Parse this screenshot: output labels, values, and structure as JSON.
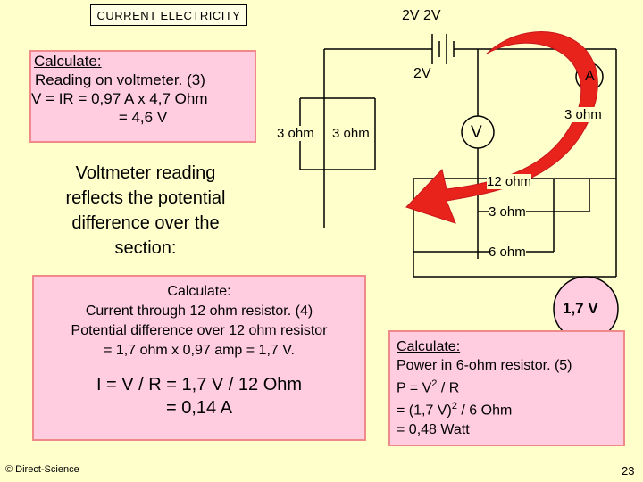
{
  "header": {
    "title": "CURRENT ELECTRICITY"
  },
  "box_voltmeter": {
    "line1": "Calculate:",
    "line2": "Reading on voltmeter. (3)",
    "line3": "V = IR = 0,97 A x 4,7 Ohm",
    "line4": "= 4,6 V"
  },
  "explanation": {
    "line1": "Voltmeter reading",
    "line2": "reflects the potential",
    "line3": "difference over the",
    "line4": "section:"
  },
  "box_current": {
    "line1": "Calculate:",
    "line2": "Current through 12 ohm resistor. (4)",
    "line3": "Potential difference over 12 ohm resistor",
    "line4": "= 1,7 ohm x 0,97 amp = 1,7 V.",
    "line5": "I  = V / R = 1,7 V / 12 Ohm",
    "line6": "= 0,14 A"
  },
  "box_power": {
    "line1": "Calculate:",
    "line2": "Power in 6-ohm resistor. (5)",
    "line3a": "P = V",
    "line3b": "2",
    "line3c": " / R",
    "line4a": "= (1,7 V)",
    "line4b": "2",
    "line4c": " / 6 Ohm",
    "line5": "= 0,48 Watt"
  },
  "circuit": {
    "battery_top": "2V 2V",
    "battery_mid": "2V",
    "ammeter": "A",
    "voltmeter": "V",
    "r_3ohm_right": "3 ohm",
    "r_3ohm_left1": "3 ohm",
    "r_3ohm_left2": "3 ohm",
    "r_12ohm": "12 ohm",
    "r_3ohm_par": "3 ohm",
    "r_6ohm": "6 ohm",
    "volt_reading": "1,7 V"
  },
  "colors": {
    "arrow": "#e8231c",
    "box_fill": "#ffcce0",
    "box_border": "#f08a8a",
    "background": "#ffffcc"
  },
  "footer": {
    "copyright": "© Direct-Science",
    "page": "23"
  }
}
